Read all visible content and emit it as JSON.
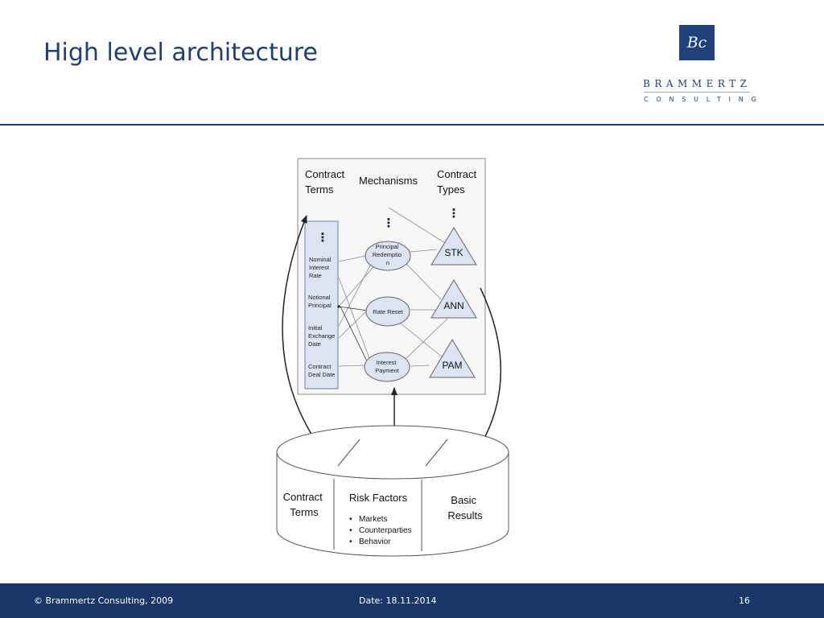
{
  "slide": {
    "title": "High level architecture"
  },
  "brand": {
    "mark": "Bc",
    "name": "BRAMMERTZ",
    "sub": "CONSULTING"
  },
  "diagram": {
    "headers": {
      "contract_terms": [
        "Contract",
        "Terms"
      ],
      "mechanisms": "Mechanisms",
      "contract_types": [
        "Contract",
        "Types"
      ]
    },
    "ellipsis": "⋮",
    "terms": [
      [
        "Nominal",
        "Interest",
        "Rate"
      ],
      [
        "Notional",
        "Principal"
      ],
      [
        "Initial",
        "Exchange",
        "Date"
      ],
      [
        "Contract",
        "Deal Date"
      ]
    ],
    "mechanisms": [
      [
        "Principal",
        "Redemptio",
        "n"
      ],
      [
        "Rate Reset"
      ],
      [
        "Interest",
        "Payment"
      ]
    ],
    "types": [
      "STK",
      "ANN",
      "PAM"
    ],
    "database": {
      "left": [
        "Contract",
        "Terms"
      ],
      "middle_title": "Risk Factors",
      "bullets": [
        "Markets",
        "Counterparties",
        "Behavior"
      ],
      "right": [
        "Basic",
        "Results"
      ]
    }
  },
  "footer": {
    "copyright": "© Brammertz Consulting, 2009",
    "date": "Date: 18.11.2014",
    "page": "16"
  },
  "colors": {
    "brand_blue": "#1f3f7d",
    "footer_blue": "#1a3568",
    "shape_fill": "#dce3f2",
    "frame_fill": "#f7f7f7"
  }
}
